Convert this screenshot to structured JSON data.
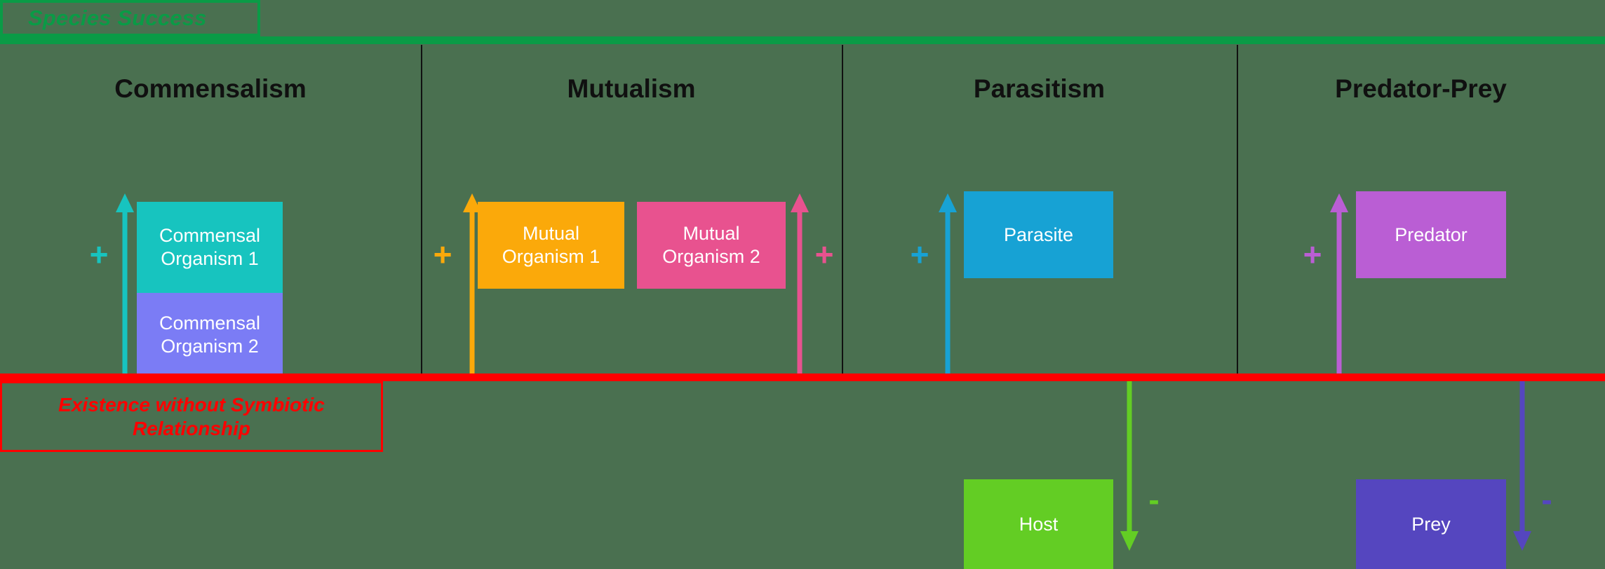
{
  "legend": {
    "success_label": "Species Success",
    "success_color": "#0a9b46",
    "baseline_label": "Existence without Symbiotic Relationship",
    "baseline_color": "#ff0000"
  },
  "background_color": "#4a7050",
  "columns": [
    {
      "id": "commensalism",
      "title": "Commensalism",
      "boxes": [
        {
          "label": "Commensal Organism 1",
          "color": "#17c4bf"
        },
        {
          "label": "Commensal Organism 2",
          "color": "#7b7cf5"
        }
      ],
      "signs": [
        {
          "symbol": "+",
          "color": "#17c4bf"
        }
      ],
      "arrows": [
        {
          "direction": "up",
          "color": "#17c4bf"
        }
      ]
    },
    {
      "id": "mutualism",
      "title": "Mutualism",
      "boxes": [
        {
          "label": "Mutual Organism 1",
          "color": "#fba90a"
        },
        {
          "label": "Mutual Organism 2",
          "color": "#e8528f"
        }
      ],
      "signs": [
        {
          "symbol": "+",
          "color": "#fba90a"
        },
        {
          "symbol": "+",
          "color": "#e8528f"
        }
      ],
      "arrows": [
        {
          "direction": "up",
          "color": "#fba90a"
        },
        {
          "direction": "up",
          "color": "#e8528f"
        }
      ]
    },
    {
      "id": "parasitism",
      "title": "Parasitism",
      "boxes": [
        {
          "label": "Parasite",
          "color": "#17a2d4"
        },
        {
          "label": "Host",
          "color": "#63cd24"
        }
      ],
      "signs": [
        {
          "symbol": "+",
          "color": "#17a2d4"
        },
        {
          "symbol": "-",
          "color": "#63cd24"
        }
      ],
      "arrows": [
        {
          "direction": "up",
          "color": "#17a2d4"
        },
        {
          "direction": "down",
          "color": "#63cd24"
        }
      ]
    },
    {
      "id": "predator-prey",
      "title": "Predator-Prey",
      "boxes": [
        {
          "label": "Predator",
          "color": "#ba5ed4"
        },
        {
          "label": "Prey",
          "color": "#5546bf"
        }
      ],
      "signs": [
        {
          "symbol": "+",
          "color": "#ba5ed4"
        },
        {
          "symbol": "-",
          "color": "#5546bf"
        }
      ],
      "arrows": [
        {
          "direction": "up",
          "color": "#ba5ed4"
        },
        {
          "direction": "down",
          "color": "#5546bf"
        }
      ]
    }
  ]
}
